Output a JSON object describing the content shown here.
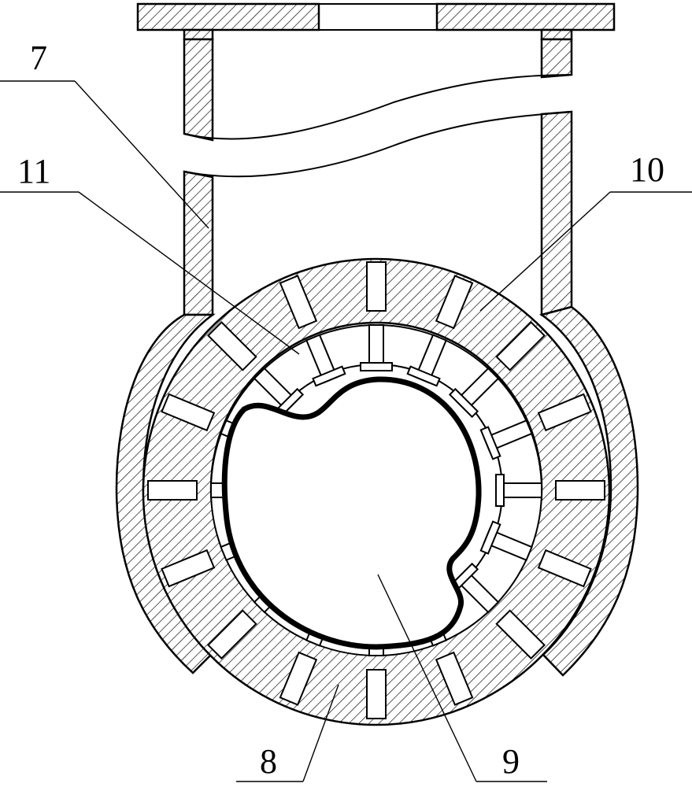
{
  "labels": {
    "part_7": "7",
    "part_8": "8",
    "part_9": "9",
    "part_10": "10",
    "part_11": "11"
  }
}
